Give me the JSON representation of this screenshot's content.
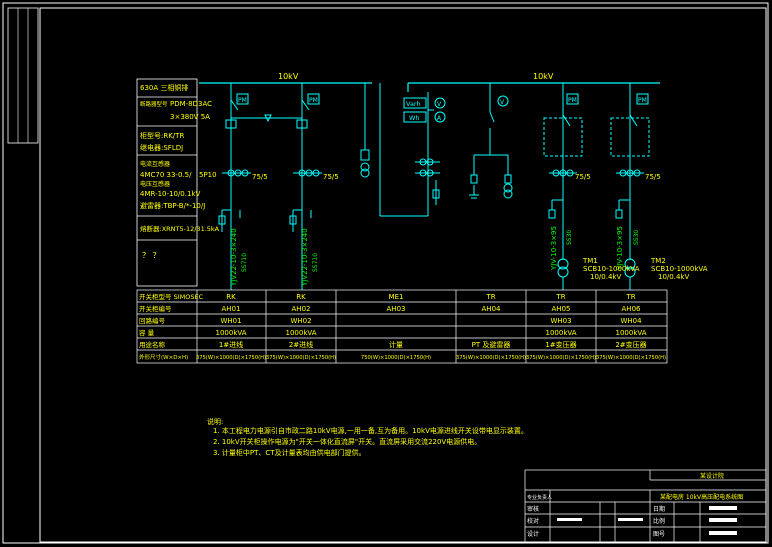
{
  "bus_left_voltage": "10kV",
  "bus_right_voltage": "10kV",
  "spec": {
    "busbar": "630A 三相铜排",
    "breaker_header": "断路器型号",
    "breaker_model": "PDM-8D3AC",
    "breaker_rating": "3×380V 5A",
    "cabinet_label": "柜型号:RK/TR",
    "relay_label": "继电器:SFLDJ",
    "ct_header": "电流互感器",
    "ct_model": "4MC70 33-0.5/",
    "ct_model_b": "5P10",
    "pt_header": "电压互感器",
    "pt_model": "4MR-10-10/0.1kV",
    "arrester_model": "避雷器:TBP-B/*-10/J",
    "fuse_model": "熔断器:XRNT5-12/31.5kA",
    "misc": "？ ？"
  },
  "ct_ratios": [
    "75/5",
    "75/5",
    "75/5",
    "75/5"
  ],
  "cable_labels": [
    "YJV22-10-3×240",
    "YJV22-10-3×240",
    "YJV-10-3×95",
    "YJV-10-3×95"
  ],
  "cable_sublabels": [
    "SS710",
    "SS710",
    "SS30",
    "SS30"
  ],
  "pm_label": "PM",
  "meter_labels": [
    "Varh",
    "Wh"
  ],
  "meter_circles": [
    "V",
    "A",
    "V"
  ],
  "transformers": [
    {
      "name": "TM1",
      "line1": "SCB10-1000kVA",
      "line2": "10/0.4kV"
    },
    {
      "name": "TM2",
      "line1": "SCB10-1000kVA",
      "line2": "10/0.4kV"
    }
  ],
  "table": {
    "row_headers": [
      "开关柜型号 SIMOSEC",
      "开关柜编号",
      "回路编号",
      "容  量",
      "用途名称",
      "外形尺寸(W×D×H)"
    ],
    "columns": [
      {
        "type": "RK",
        "number": "AH01",
        "circuit": "WH01",
        "capacity": "1000kVA",
        "name": "1#进线",
        "size": "375(W)×1000(D)×1750(H)"
      },
      {
        "type": "RK",
        "number": "AH02",
        "circuit": "WH02",
        "capacity": "1000kVA",
        "name": "2#进线",
        "size": "375(W)×1000(D)×1750(H)"
      },
      {
        "type": "ME1",
        "number": "AH03",
        "circuit": "",
        "capacity": "",
        "name": "计量",
        "size": "750(W)×1000(D)×1750(H)"
      },
      {
        "type": "TR",
        "number": "AH04",
        "circuit": "",
        "capacity": "",
        "name": "PT 及避雷器",
        "size": "375(W)×1000(D)×1750(H)"
      },
      {
        "type": "TR",
        "number": "AH05",
        "circuit": "WH03",
        "capacity": "1000kVA",
        "name": "1#变压器",
        "size": "375(W)×1000(D)×1750(H)"
      },
      {
        "type": "TR",
        "number": "AH06",
        "circuit": "WH04",
        "capacity": "1000kVA",
        "name": "2#变压器",
        "size": "375(W)×1000(D)×1750(H)"
      }
    ]
  },
  "notes": {
    "title": "说明:",
    "lines": [
      "1. 本工程电力电源引自市政二路10kV电源,一用一备,互为备用。10kV电源进线开关设带电显示装置。",
      "2. 10kV开关柜操作电源为\"开关一体化直流屏\"开关。直流屏采用交流220V电源供电。",
      "3. 计量柜中PT、CT及计量表均由供电部门提供。"
    ]
  },
  "title_block": {
    "project": "某配电房 10kV高压配电系统图",
    "company": "某设计院",
    "rows": [
      "审核",
      "校对",
      "设计",
      "专业负责人"
    ],
    "date_label": "日期",
    "scale_label": "比例",
    "drawing_no_label": "图号"
  },
  "colors": {
    "background": "#000000",
    "border": "#ffffff",
    "wiring": "#00ffff",
    "text": "#ffff00",
    "secondary": "#00ff00",
    "accent": "#ff00ff"
  }
}
